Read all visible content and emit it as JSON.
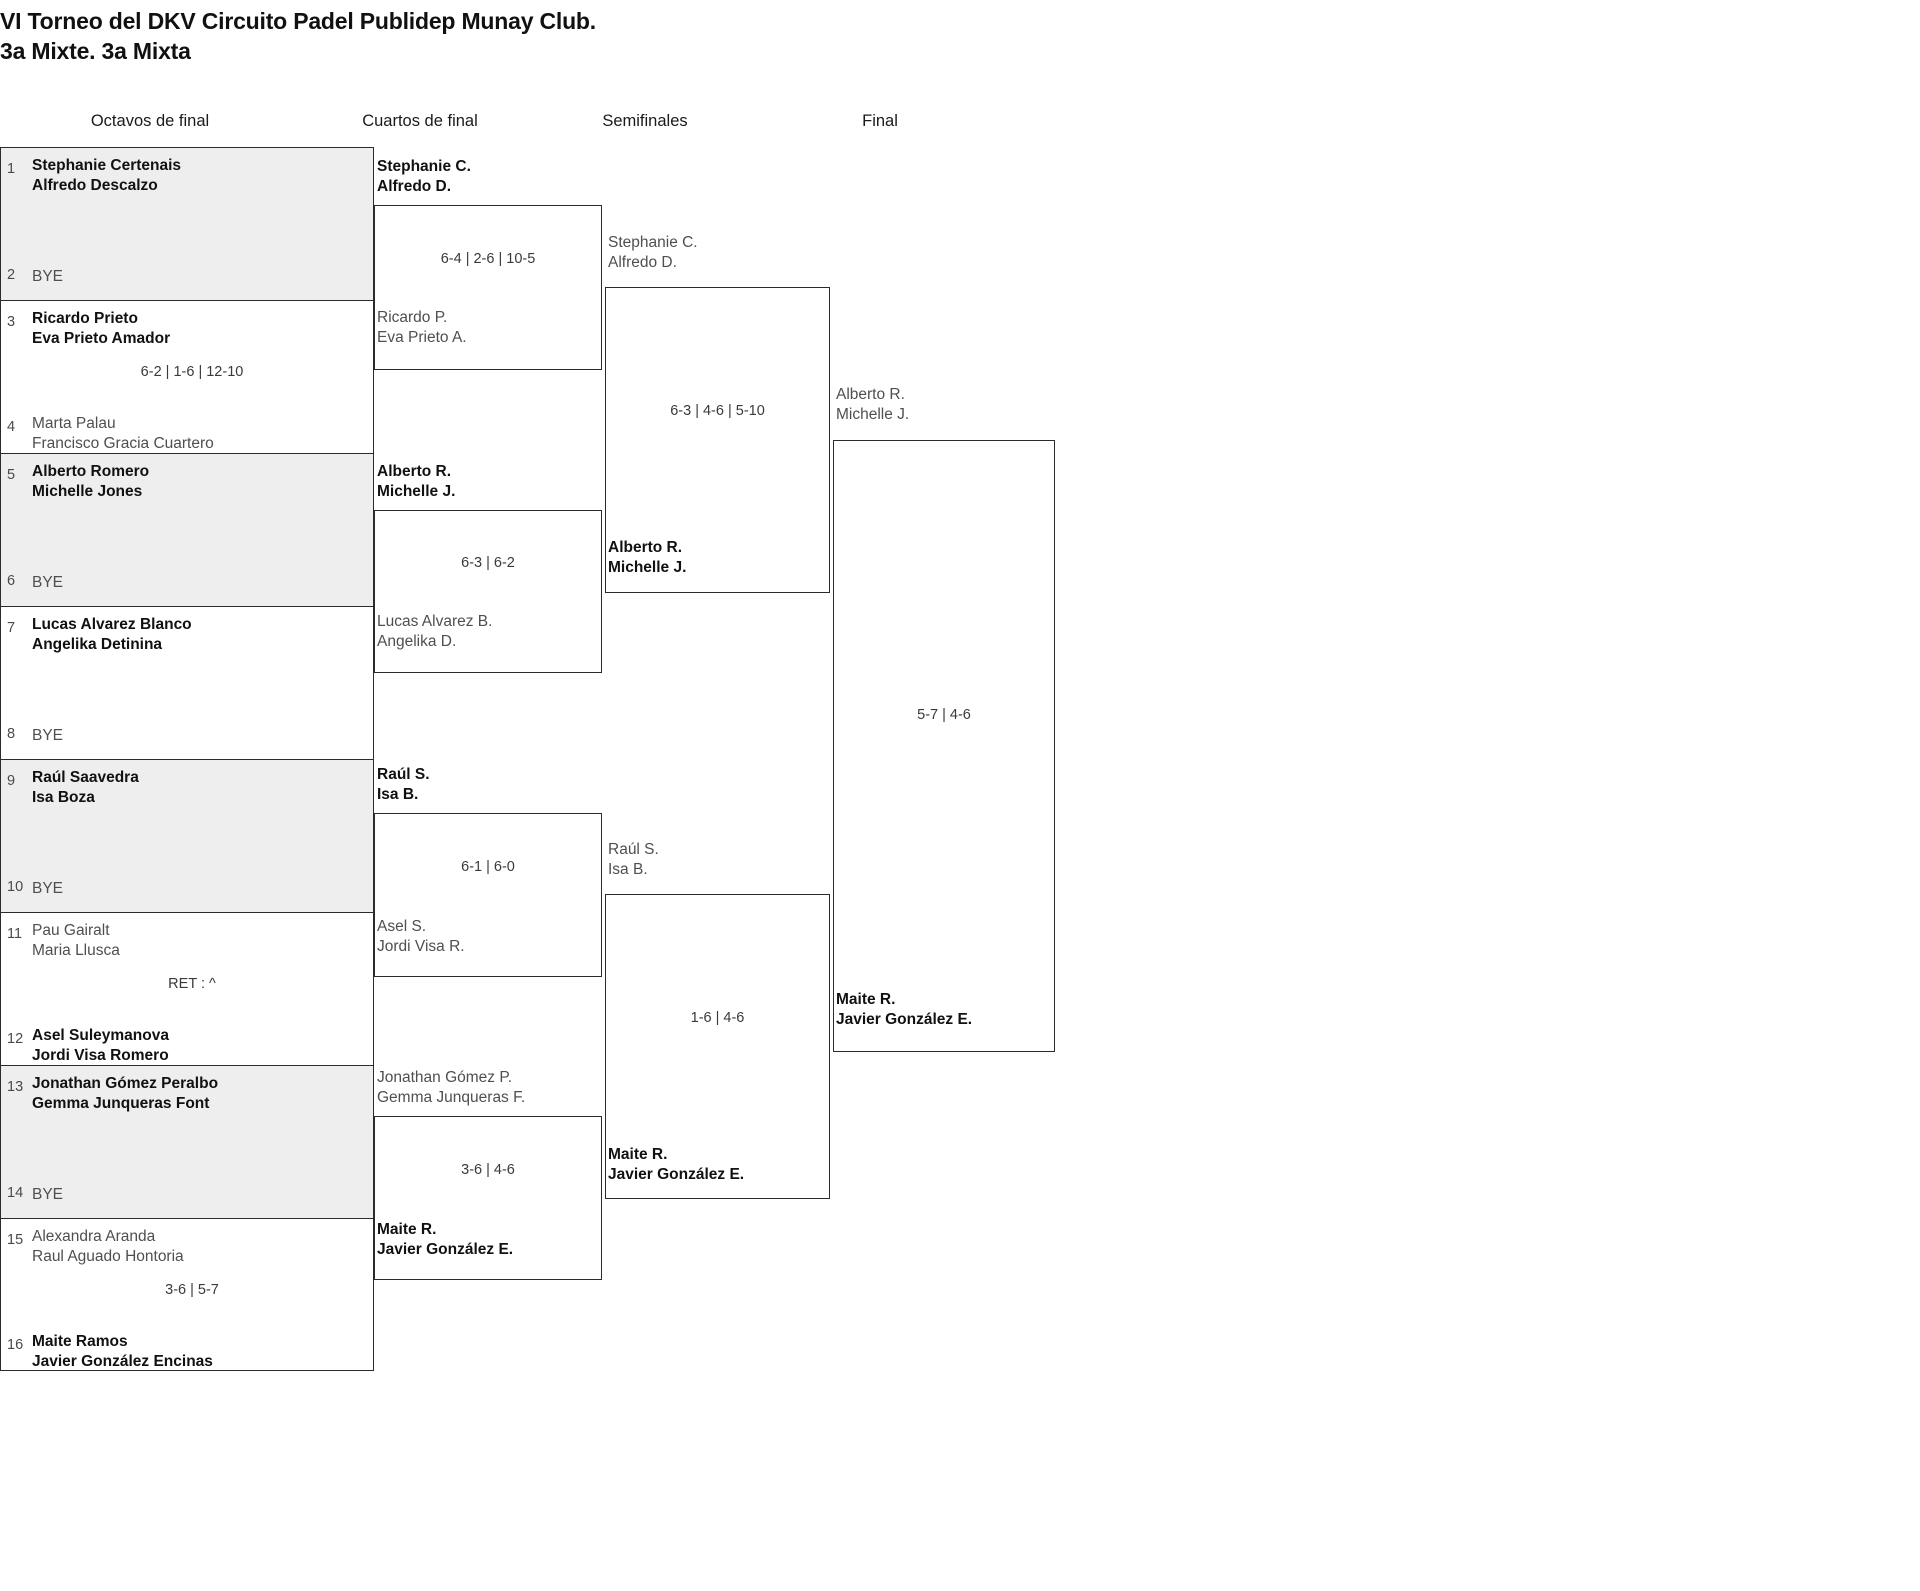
{
  "tournament": {
    "title_line1": "VI Torneo del DKV Circuito Padel Publidep Munay Club.",
    "title_line2": "3a Mixte. 3a Mixta"
  },
  "round_headers": [
    {
      "label": "Octavos de final"
    },
    {
      "label": "Cuartos de final"
    },
    {
      "label": "Semifinales"
    },
    {
      "label": "Final"
    }
  ],
  "round1": {
    "matches": [
      {
        "shaded": true,
        "top": {
          "seed": "1",
          "p1": "Stephanie Certenais",
          "p2": "Alfredo Descalzo",
          "result": "win"
        },
        "bottom": {
          "seed": "2",
          "bye": "BYE"
        },
        "score": ""
      },
      {
        "shaded": false,
        "top": {
          "seed": "3",
          "p1": "Ricardo Prieto",
          "p2": "Eva Prieto Amador",
          "result": "win"
        },
        "bottom": {
          "seed": "4",
          "p1": "Marta Palau",
          "p2": "Francisco Gracia Cuartero",
          "result": "lose"
        },
        "score": "6-2 | 1-6 | 12-10"
      },
      {
        "shaded": true,
        "top": {
          "seed": "5",
          "p1": "Alberto Romero",
          "p2": "Michelle Jones",
          "result": "win"
        },
        "bottom": {
          "seed": "6",
          "bye": "BYE"
        },
        "score": ""
      },
      {
        "shaded": false,
        "top": {
          "seed": "7",
          "p1": "Lucas Alvarez Blanco",
          "p2": "Angelika Detinina",
          "result": "win"
        },
        "bottom": {
          "seed": "8",
          "bye": "BYE"
        },
        "score": ""
      },
      {
        "shaded": true,
        "top": {
          "seed": "9",
          "p1": "Raúl Saavedra",
          "p2": "Isa Boza",
          "result": "win"
        },
        "bottom": {
          "seed": "10",
          "bye": "BYE"
        },
        "score": ""
      },
      {
        "shaded": false,
        "top": {
          "seed": "11",
          "p1": "Pau Gairalt",
          "p2": "Maria Llusca",
          "result": "lose"
        },
        "bottom": {
          "seed": "12",
          "p1": "Asel Suleymanova",
          "p2": "Jordi Visa Romero",
          "result": "win"
        },
        "score": "RET : ^"
      },
      {
        "shaded": true,
        "top": {
          "seed": "13",
          "p1": "Jonathan Gómez Peralbo",
          "p2": "Gemma Junqueras Font",
          "result": "win"
        },
        "bottom": {
          "seed": "14",
          "bye": "BYE"
        },
        "score": ""
      },
      {
        "shaded": false,
        "top": {
          "seed": "15",
          "p1": "Alexandra Aranda",
          "p2": "Raul Aguado Hontoria",
          "result": "lose"
        },
        "bottom": {
          "seed": "16",
          "p1": "Maite Ramos",
          "p2": "Javier González Encinas",
          "result": "win"
        },
        "score": "3-6 | 5-7"
      }
    ]
  },
  "round2": {
    "matches": [
      {
        "top": {
          "p1": "Stephanie C.",
          "p2": "Alfredo D.",
          "result": "win"
        },
        "bottom": {
          "p1": "Ricardo P.",
          "p2": "Eva Prieto A.",
          "result": "lose"
        },
        "score": "6-4 | 2-6 | 10-5"
      },
      {
        "top": {
          "p1": "Alberto R.",
          "p2": "Michelle J.",
          "result": "win"
        },
        "bottom": {
          "p1": "Lucas Alvarez B.",
          "p2": "Angelika D.",
          "result": "lose"
        },
        "score": "6-3 | 6-2"
      },
      {
        "top": {
          "p1": "Raúl S.",
          "p2": "Isa B.",
          "result": "win"
        },
        "bottom": {
          "p1": "Asel S.",
          "p2": "Jordi Visa R.",
          "result": "lose"
        },
        "score": "6-1 | 6-0"
      },
      {
        "top": {
          "p1": "Jonathan Gómez P.",
          "p2": "Gemma Junqueras F.",
          "result": "lose"
        },
        "bottom": {
          "p1": "Maite R.",
          "p2": "Javier González E.",
          "result": "win"
        },
        "score": "3-6 | 4-6"
      }
    ]
  },
  "round3": {
    "matches": [
      {
        "top": {
          "p1": "Stephanie C.",
          "p2": "Alfredo D.",
          "result": "lose"
        },
        "bottom": {
          "p1": "Alberto R.",
          "p2": "Michelle J.",
          "result": "win"
        },
        "score": "6-3 | 4-6 | 5-10"
      },
      {
        "top": {
          "p1": "Raúl S.",
          "p2": "Isa B.",
          "result": "lose"
        },
        "bottom": {
          "p1": "Maite R.",
          "p2": "Javier González E.",
          "result": "win"
        },
        "score": "1-6 | 4-6"
      }
    ]
  },
  "round4": {
    "matches": [
      {
        "top": {
          "p1": "Alberto R.",
          "p2": "Michelle J.",
          "result": "lose"
        },
        "bottom": {
          "p1": "Maite R.",
          "p2": "Javier González E.",
          "result": "win"
        },
        "score": "5-7 | 4-6"
      }
    ]
  },
  "colors": {
    "shaded_row": "#eeeeee",
    "border": "#2b2b2b",
    "winner_text": "#111111",
    "loser_text": "#4f4f4f"
  }
}
